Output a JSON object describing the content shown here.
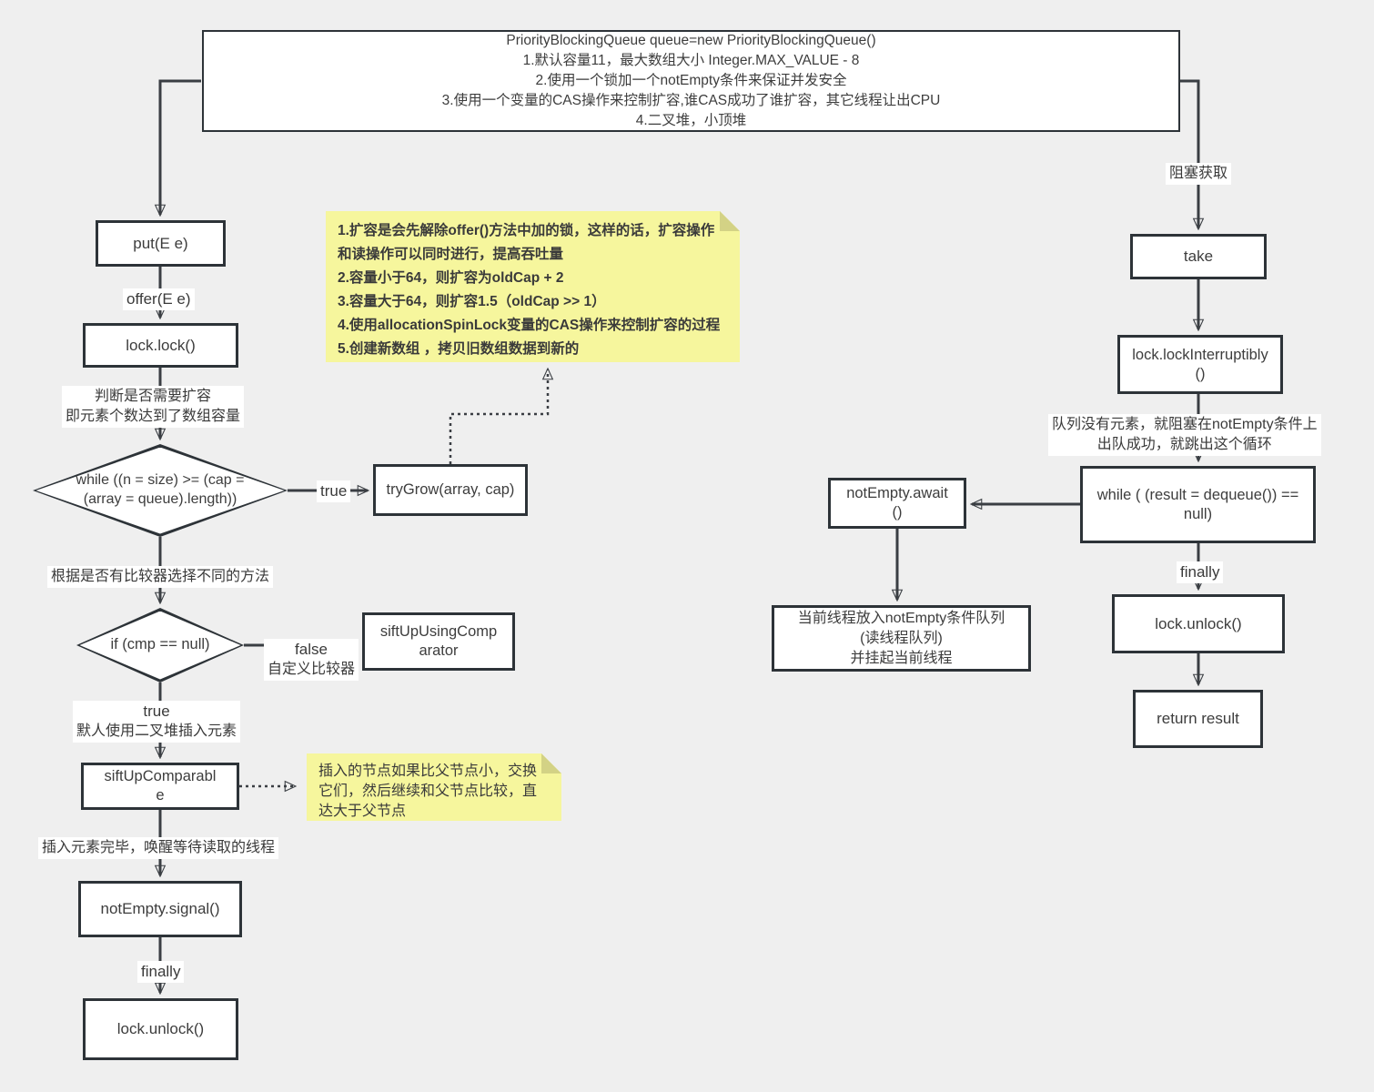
{
  "page": {
    "background": "#efefef",
    "box_border_color": "#2d3338",
    "connector_color": "#3a3e43",
    "note_background": "#f6f69d",
    "note_fold_color": "#d3d285"
  },
  "header": {
    "title_lines": [
      "PriorityBlockingQueue queue=new PriorityBlockingQueue()",
      "1.默认容量11，最大数组大小 Integer.MAX_VALUE - 8",
      "2.使用一个锁加一个notEmpty条件来保证并发安全",
      "3.使用一个变量的CAS操作来控制扩容,谁CAS成功了谁扩容，其它线程让出CPU",
      "4.二叉堆，小顶堆"
    ]
  },
  "left_flow": {
    "put_box": "put(E e)",
    "offer_label": "offer(E e)",
    "lock_lock_box": "lock.lock()",
    "expand_check_line1": "判断是否需要扩容",
    "expand_check_line2": "即元素个数达到了数组容量",
    "while_grow_diamond": "while ((n = size) >= (cap = (array = queue).length))",
    "true_label": "true",
    "try_grow_box": "tryGrow(array, cap)",
    "comparator_choice_label": "根据是否有比较器选择不同的方法",
    "if_cmp_diamond": "if (cmp == null)",
    "false_label": "false",
    "custom_comparator_label": "自定义比较器",
    "sift_up_using_comparator_box": "siftUpUsingComparator",
    "true_label2": "true",
    "default_heap_label": "默人使用二叉堆插入元素",
    "sift_up_comparable_box": "siftUpComparable",
    "insert_done_label": "插入元素完毕，唤醒等待读取的线程",
    "not_empty_signal_box": "notEmpty.signal()",
    "finally_label": "finally",
    "lock_unlock_box": "lock.unlock()"
  },
  "right_flow": {
    "blocking_take_label": "阻塞获取",
    "take_box": "take",
    "lock_interruptibly_box": "lock.lockInterruptibly()",
    "queue_empty_line1": "队列没有元素，就阻塞在notEmpty条件上",
    "queue_empty_line2": "出队成功，就跳出这个循环",
    "while_dequeue_box": "while ( (result = dequeue()) == null)",
    "not_empty_await_box": "notEmpty.await()",
    "enqueue_thread_line1": "当前线程放入notEmpty条件队列",
    "enqueue_thread_line2": "(读线程队列)",
    "enqueue_thread_line3": "并挂起当前线程",
    "finally_label": "finally",
    "lock_unlock_box": "lock.unlock()",
    "return_result_box": "return result"
  },
  "notes": {
    "grow_note_items": [
      "1.扩容是会先解除offer()方法中加的锁，这样的话，扩容操作和读操作可以同时进行，提高吞吐量",
      "2.容量小于64，则扩容为oldCap + 2",
      "3.容量大于64，则扩容1.5（oldCap >> 1）",
      "4.使用allocationSpinLock变量的CAS操作来控制扩容的过程",
      "5.创建新数组 ，拷贝旧数组数据到新的"
    ],
    "sift_note": "插入的节点如果比父节点小，交换它们，然后继续和父节点比较，直达大于父节点"
  }
}
